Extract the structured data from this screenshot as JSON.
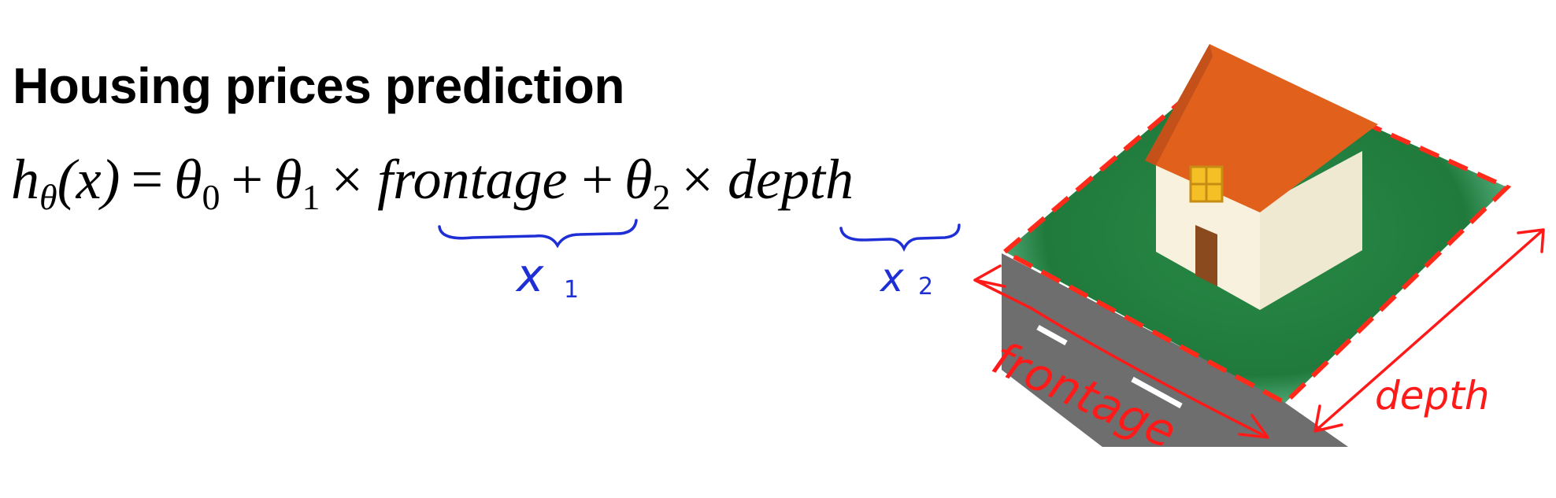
{
  "slide": {
    "title": "Housing prices prediction",
    "equation": {
      "lhs_h": "h",
      "lhs_sub": "θ",
      "lhs_arg": "(x)",
      "equals": "=",
      "theta0": "θ",
      "theta0_sub": "0",
      "plus1": "+",
      "theta1": "θ",
      "theta1_sub": "1",
      "times1": "×",
      "feature1": "frontage",
      "plus2": "+",
      "theta2": "θ",
      "theta2_sub": "2",
      "times2": "×",
      "feature2": "depth"
    },
    "annotations": {
      "x1_label": "x",
      "x1_sub": "1",
      "x2_label": "x",
      "x2_sub": "2",
      "frontage_label": "frontage",
      "depth_label": "depth",
      "ink_color": "#1f2fd6",
      "red_ink_color": "#ff1a1a"
    },
    "colors": {
      "lawn": "#1f7a3c",
      "roof": "#e0601c",
      "wall": "#f7f1de",
      "road": "#6b6b6b"
    }
  }
}
